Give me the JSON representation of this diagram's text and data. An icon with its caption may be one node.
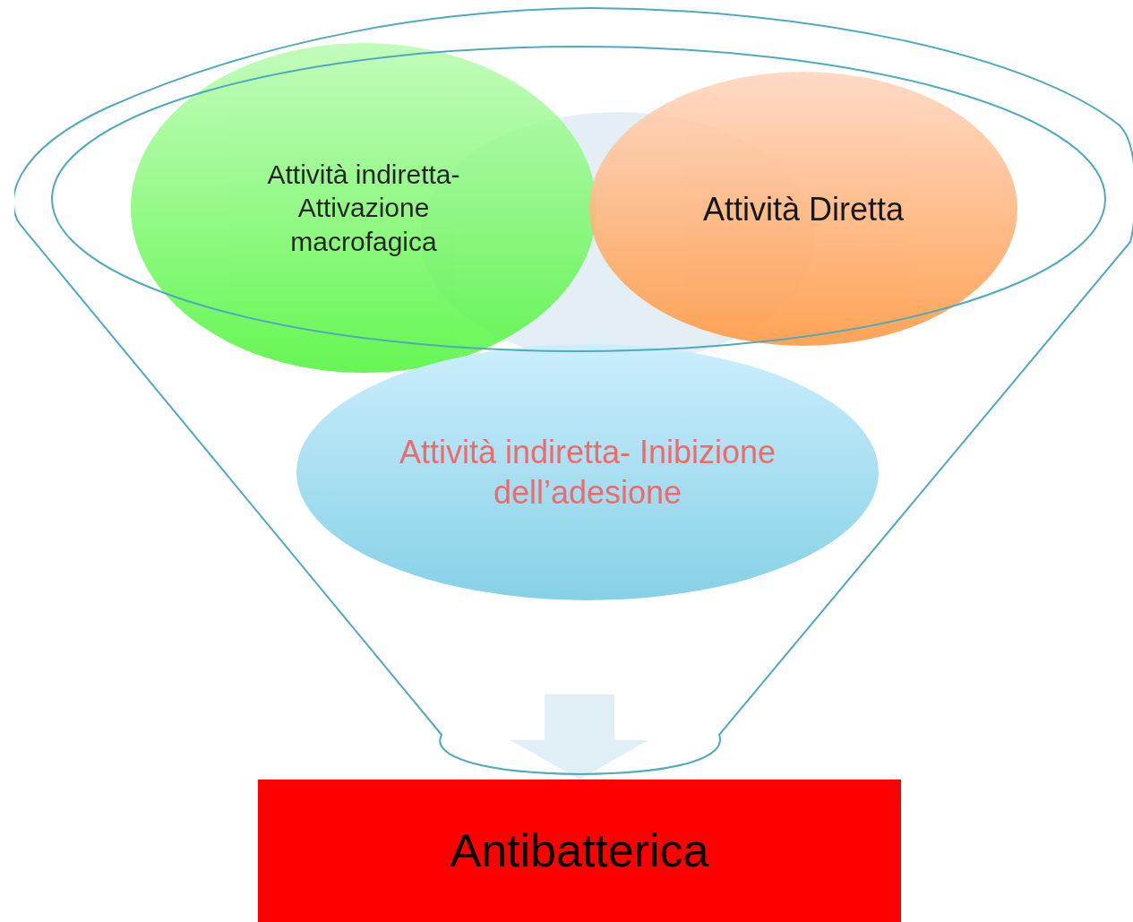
{
  "diagram": {
    "nodes": [
      {
        "text": [],
        "shape": "funnel"
      },
      {
        "text": [
          "Attività indiretta- Attivazione macrofagica"
        ],
        "in": 0
      },
      {
        "text": [
          "Attività Diretta"
        ],
        "in": 0
      },
      {
        "text": [
          "Attività indiretta- Inibizione dell’adesione"
        ],
        "in": 0
      },
      {
        "text": [
          "Antibatterica"
        ]
      }
    ],
    "edges": [
      {
        "from": 0,
        "to": 4,
        "arrow": "to"
      }
    ]
  }
}
